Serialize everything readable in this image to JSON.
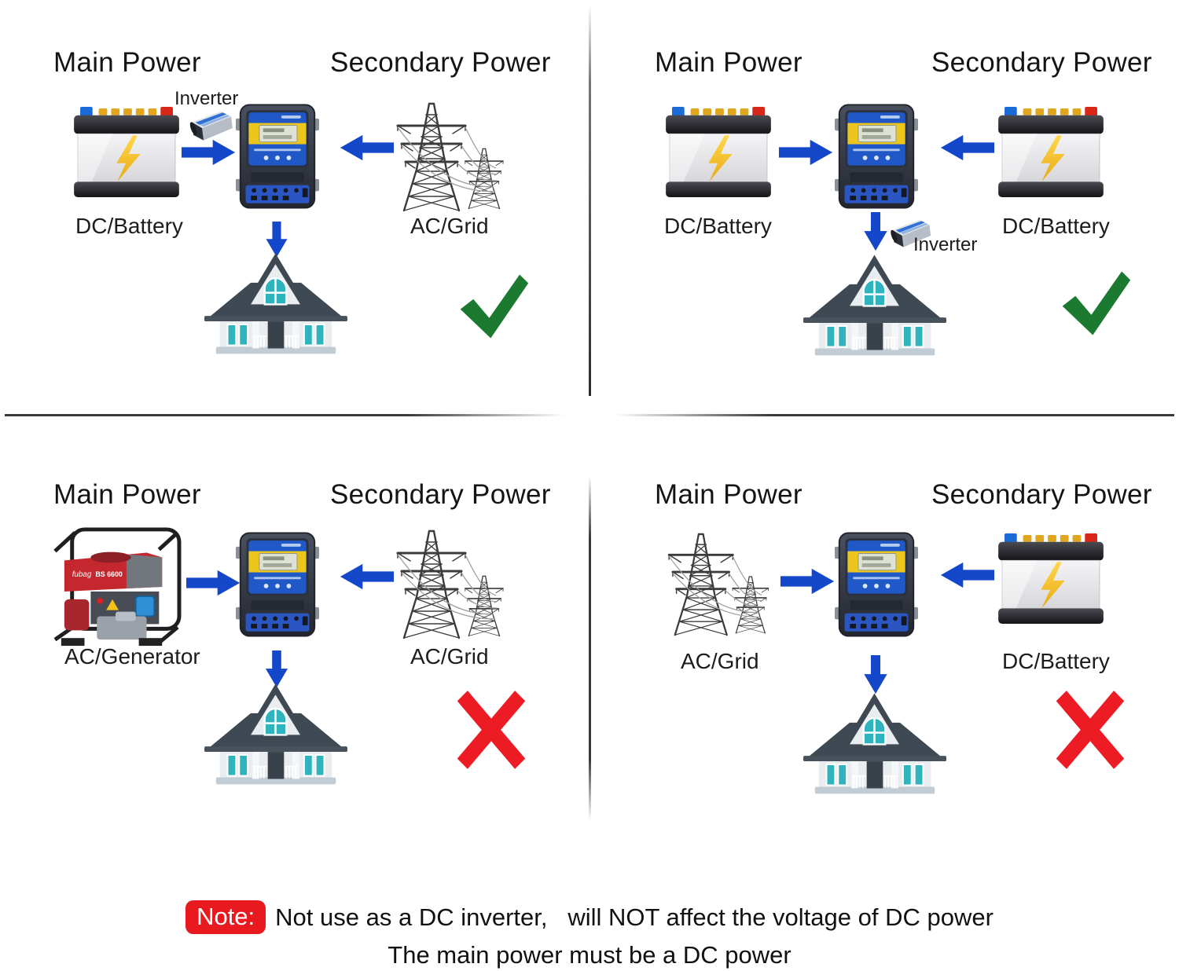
{
  "colors": {
    "arrow_blue": "#1447c9",
    "check_green": "#1b7a30",
    "cross_red": "#ed1c24",
    "note_red": "#e8191f",
    "controller_blue": "#2158c8",
    "controller_yellow": "#ecc61c"
  },
  "panels": [
    {
      "position": "top-left",
      "main_title": "Main Power",
      "secondary_title": "Secondary Power",
      "main_source": "DC/Battery",
      "secondary_source": "AC/Grid",
      "inverter_label": "Inverter",
      "result": "allowed",
      "result_icon": "green-check"
    },
    {
      "position": "top-right",
      "main_title": "Main Power",
      "secondary_title": "Secondary Power",
      "main_source": "DC/Battery",
      "secondary_source": "DC/Battery",
      "inverter_label": "Inverter",
      "result": "allowed",
      "result_icon": "green-check"
    },
    {
      "position": "bottom-left",
      "main_title": "Main Power",
      "secondary_title": "Secondary Power",
      "main_source": "AC/Generator",
      "secondary_source": "AC/Grid",
      "result": "not-allowed",
      "result_icon": "red-cross"
    },
    {
      "position": "bottom-right",
      "main_title": "Main Power",
      "secondary_title": "Secondary Power",
      "main_source": "AC/Grid",
      "secondary_source": "DC/Battery",
      "result": "not-allowed",
      "result_icon": "red-cross"
    }
  ],
  "generator_badge": {
    "brand": "fubag",
    "model": "BS 6600"
  },
  "note": {
    "prefix": "Note:",
    "line1": "Not use as a DC inverter,   will NOT affect the voltage of DC power",
    "line2": "The main power must be a DC power"
  }
}
